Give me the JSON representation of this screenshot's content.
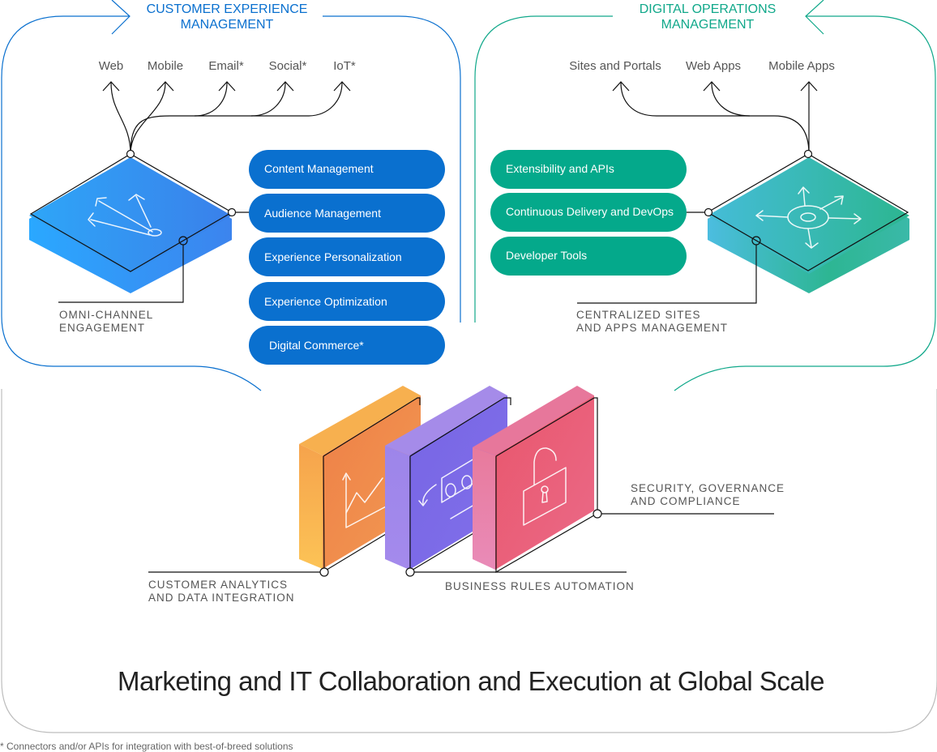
{
  "colors": {
    "cx_blue": "#0a70cf",
    "dom_teal": "#10a88a",
    "outline_gray": "#bbbbbb",
    "analytics_orange": "#f08a4b",
    "rules_purple": "#7b68e6",
    "security_pink": "#e85a72"
  },
  "cx": {
    "title_line1": "CUSTOMER EXPERIENCE",
    "title_line2": "MANAGEMENT",
    "channels": [
      "Web",
      "Mobile",
      "Email*",
      "Social*",
      "IoT*"
    ],
    "caption_line1": "OMNI-CHANNEL",
    "caption_line2": "ENGAGEMENT",
    "capabilities": [
      "Content Management",
      "Audience Management",
      "Experience Personalization",
      "Experience Optimization",
      "Digital Commerce*"
    ]
  },
  "dom": {
    "title_line1": "DIGITAL OPERATIONS",
    "title_line2": "MANAGEMENT",
    "channels": [
      "Sites and Portals",
      "Web Apps",
      "Mobile Apps"
    ],
    "caption_line1": "CENTRALIZED SITES",
    "caption_line2": "AND APPS MANAGEMENT",
    "capabilities": [
      "Extensibility and APIs",
      "Continuous Delivery and DevOps",
      "Developer Tools"
    ]
  },
  "foundation": {
    "analytics_line1": "CUSTOMER ANALYTICS",
    "analytics_line2": "AND DATA INTEGRATION",
    "rules": "BUSINESS RULES AUTOMATION",
    "security_line1": "SECURITY, GOVERNANCE",
    "security_line2": "AND COMPLIANCE",
    "icons": [
      "chart-icon",
      "flow-icon",
      "lock-icon"
    ]
  },
  "main_title": "Marketing and IT Collaboration and Execution at Global Scale",
  "footnote": "* Connectors and/or APIs for integration with best-of-breed solutions"
}
